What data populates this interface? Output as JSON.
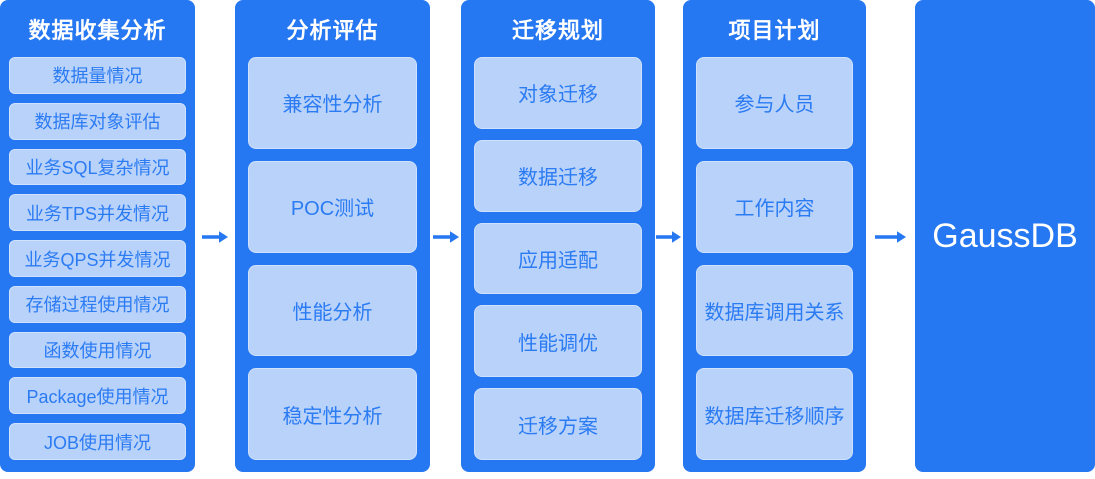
{
  "diagram": {
    "columns": [
      {
        "title": "数据收集分析",
        "items": [
          "数据量情况",
          "数据库对象评估",
          "业务SQL复杂情况",
          "业务TPS并发情况",
          "业务QPS并发情况",
          "存储过程使用情况",
          "函数使用情况",
          "Package使用情况",
          "JOB使用情况"
        ]
      },
      {
        "title": "分析评估",
        "items": [
          "兼容性分析",
          "POC测试",
          "性能分析",
          "稳定性分析"
        ]
      },
      {
        "title": "迁移规划",
        "items": [
          "对象迁移",
          "数据迁移",
          "应用适配",
          "性能调优",
          "迁移方案"
        ]
      },
      {
        "title": "项目计划",
        "items": [
          "参与人员",
          "工作内容",
          "数据库调用关系",
          "数据库迁移顺序"
        ]
      }
    ],
    "target": {
      "label": "GaussDB"
    },
    "colors": {
      "column_bg": "#2577F2",
      "item_bg": "#B8D2FA",
      "item_text": "#2B7BF3",
      "title_text": "#FFFFFF",
      "arrow": "#2577F2"
    }
  }
}
